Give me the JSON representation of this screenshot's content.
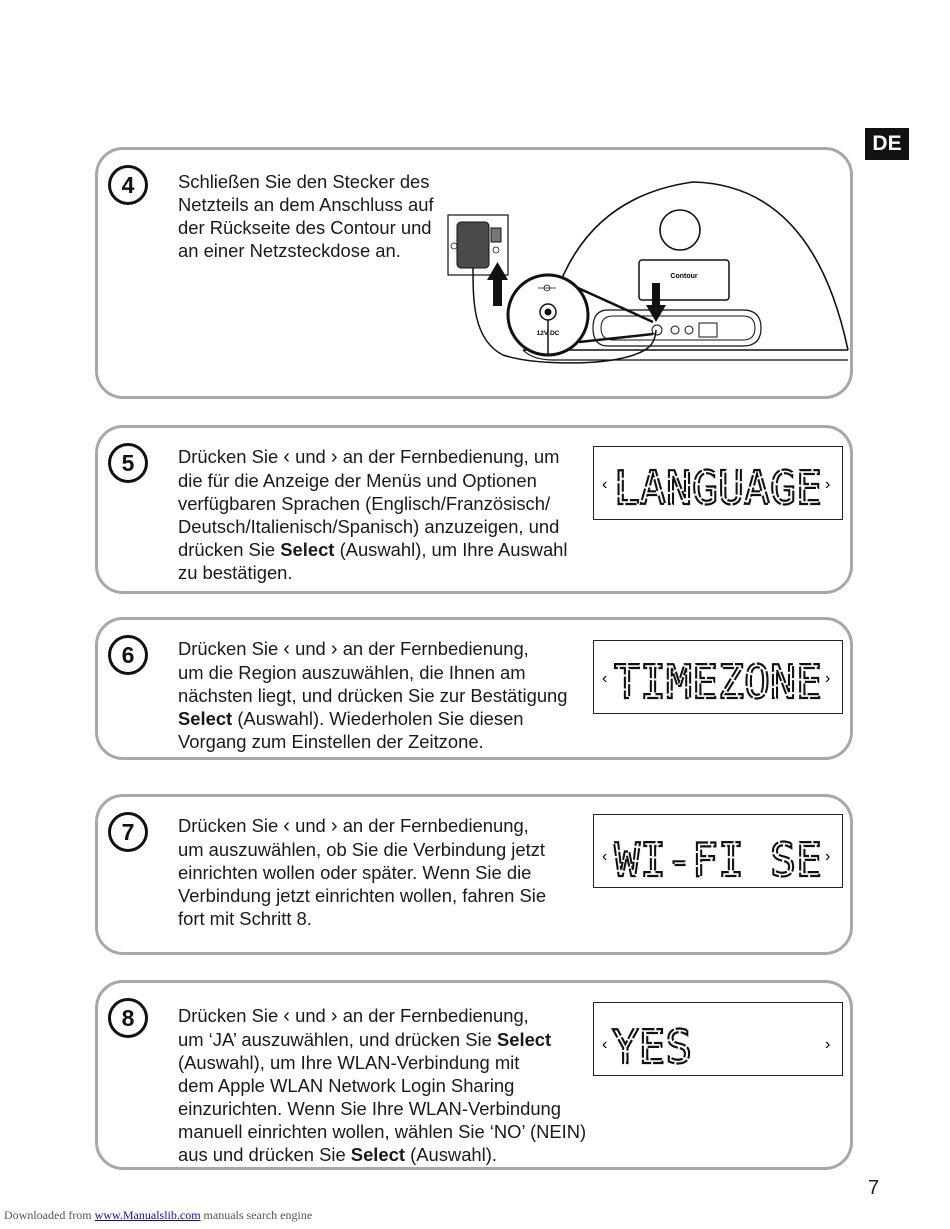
{
  "lang_tag": "DE",
  "page_number": "7",
  "footer": {
    "prefix": "Downloaded from ",
    "link": "www.Manualslib.com",
    "suffix": " manuals search engine"
  },
  "device_labels": {
    "brand": "Contour",
    "dc": "12V DC"
  },
  "steps": [
    {
      "number": "4",
      "lines": [
        "Schließen Sie den Stecker des",
        "Netzteils an dem Anschluss auf",
        "der Rückseite des Contour und",
        "an einer Netzsteckdose an."
      ]
    },
    {
      "number": "5",
      "l1_a": "Drücken Sie",
      "l1_b": "und",
      "l1_c": "an der Fernbedienung, um",
      "l2": "die für die Anzeige der Menüs und Optionen",
      "l3": "verfügbaren Sprachen (Englisch/Französisch/",
      "l4": "Deutsch/Italienisch/Spanisch) anzuzeigen, und",
      "l5_a": "drücken Sie",
      "l5_bold": "Select",
      "l5_b": "(Auswahl), um Ihre Auswahl",
      "l6": "zu bestätigen.",
      "display": "LANGUAGE"
    },
    {
      "number": "6",
      "l1_a": "Drücken Sie",
      "l1_b": "und",
      "l1_c": "an der Fernbedienung,",
      "l2": "um die Region auszuwählen, die Ihnen am",
      "l3": "nächsten liegt, und drücken Sie zur Bestätigung",
      "l4_bold": "Select",
      "l4_b": "(Auswahl). Wiederholen Sie diesen",
      "l5": "Vorgang zum Einstellen der Zeitzone.",
      "display": "TIMEZONE"
    },
    {
      "number": "7",
      "l1_a": "Drücken Sie",
      "l1_b": "und",
      "l1_c": "an der Fernbedienung,",
      "l2": "um auszuwählen, ob Sie die Verbindung jetzt",
      "l3": "einrichten wollen oder später. Wenn Sie die",
      "l4": "Verbindung jetzt einrichten wollen, fahren Sie",
      "l5": "fort mit Schritt 8.",
      "display": "WI-FI SE"
    },
    {
      "number": "8",
      "l1_a": "Drücken Sie",
      "l1_b": "und",
      "l1_c": "an der Fernbedienung,",
      "l2_a": "um ‘JA’ auszuwählen, und drücken Sie",
      "l2_bold": "Select",
      "l3": "(Auswahl), um Ihre WLAN-Verbindung mit",
      "l4": "dem Apple WLAN Network Login Sharing",
      "l5": "einzurichten. Wenn Sie Ihre WLAN-Verbindung",
      "l6": "manuell einrichten wollen, wählen Sie ‘NO’ (NEIN)",
      "l7_a": "aus und drücken Sie",
      "l7_bold": "Select",
      "l7_b": "(Auswahl).",
      "display": "YES"
    }
  ]
}
